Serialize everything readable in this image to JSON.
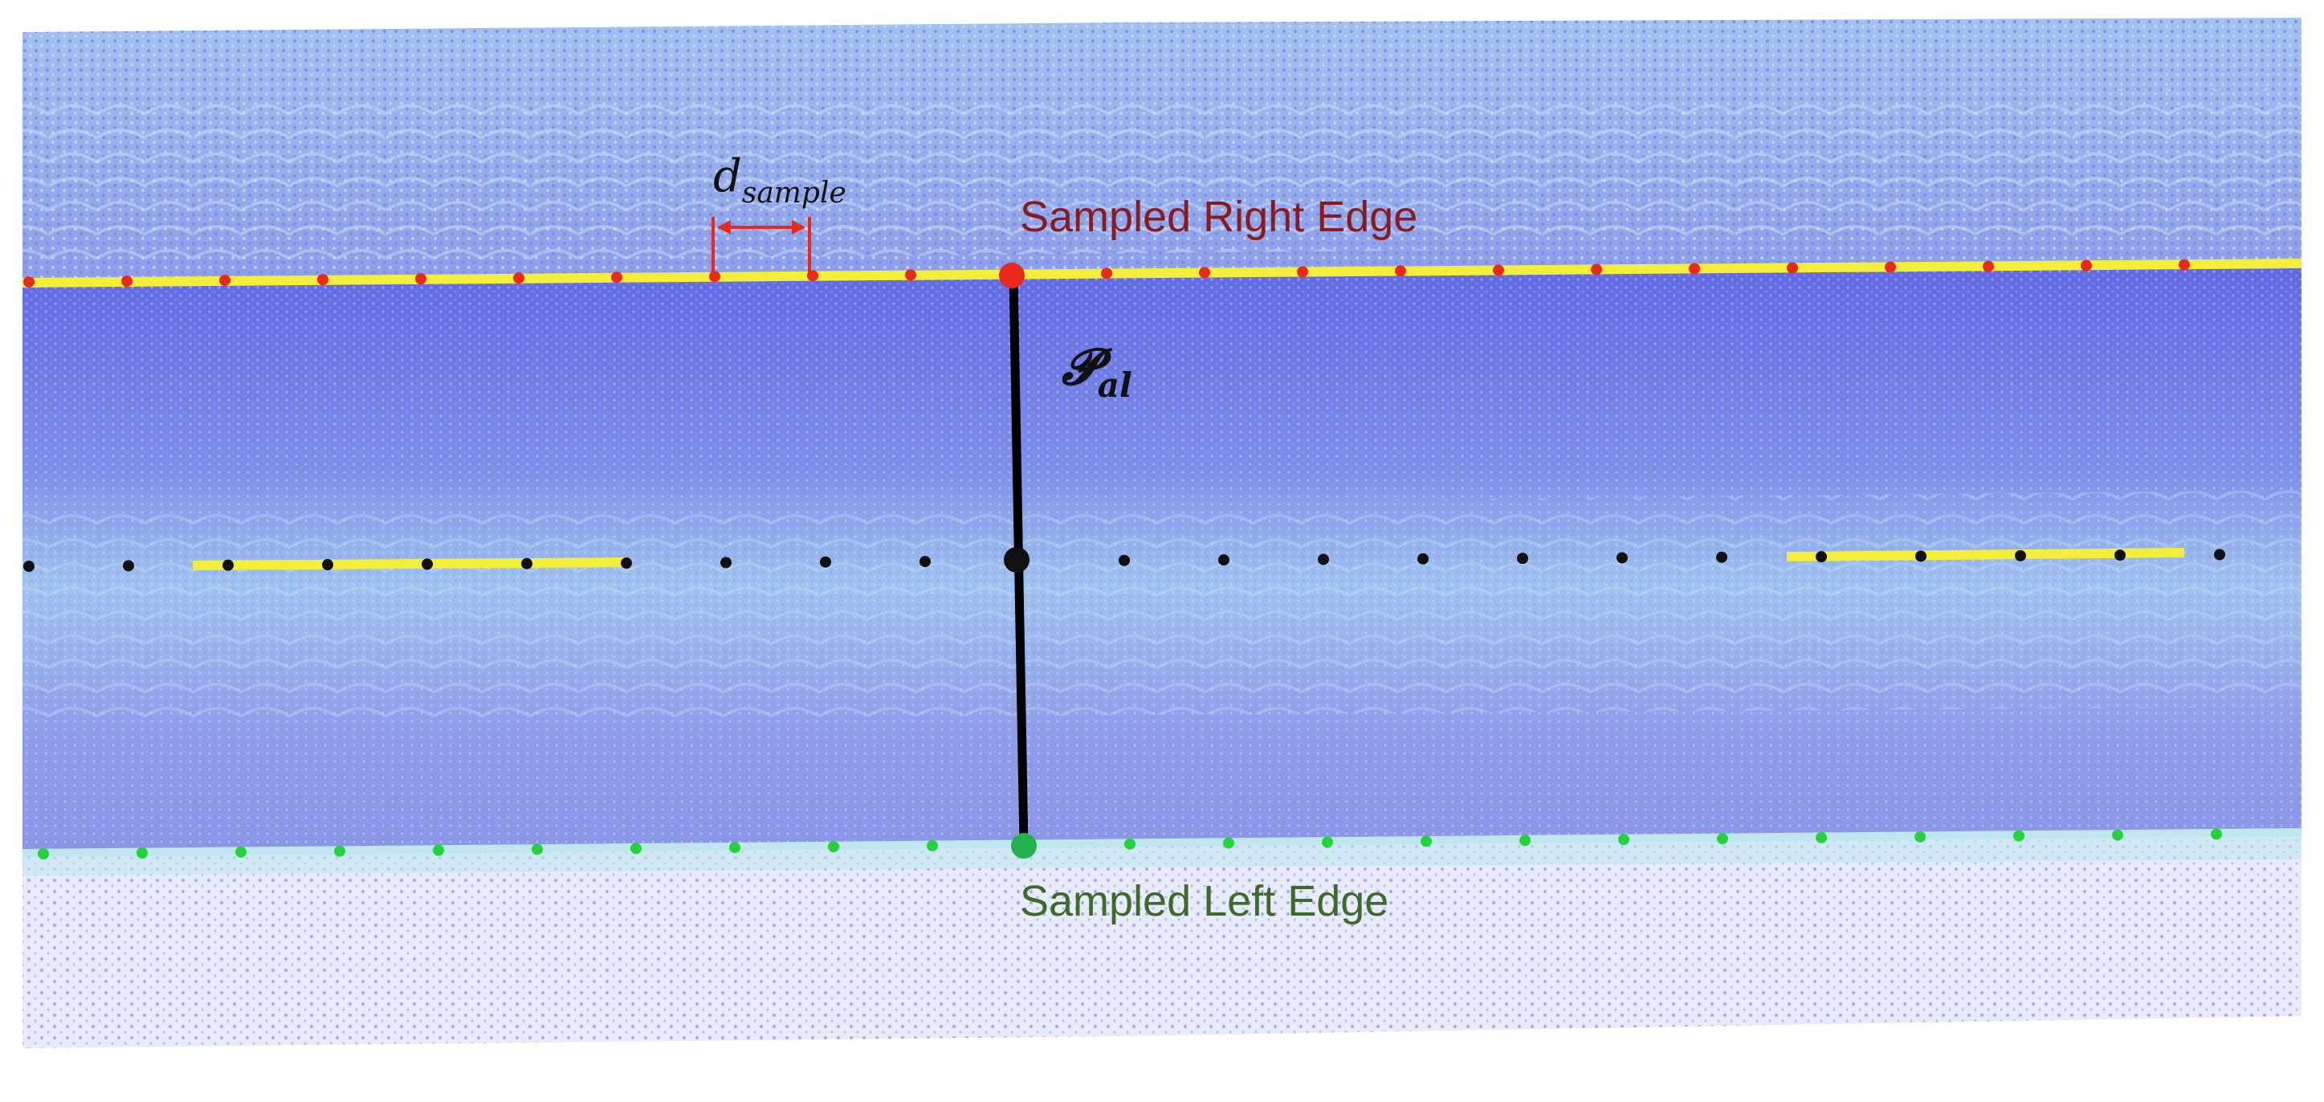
{
  "labels": {
    "right_edge": "Sampled Right Edge",
    "left_edge": "Sampled Left Edge",
    "sample_spacing": {
      "base": "d",
      "subscript": "sample"
    },
    "alignment_point": {
      "base": "𝓟",
      "subscript": "al"
    }
  },
  "colors": {
    "right_edge_label": "#8b1a1a",
    "left_edge_label": "#3e6b2a",
    "right_edge_points": "#e8291c",
    "left_edge_points": "#22d43a",
    "center_points": "#111111",
    "lane_marking": "#f3ee3a",
    "road_surface": "#6f79e8",
    "road_surface_light": "#a9c9ee",
    "cloud_dots": "#8a94e8",
    "dimension_arrow": "#e8291c",
    "connector_line": "#000000"
  },
  "icons": {
    "right_point": "red-dot-icon",
    "left_point": "green-dot-icon",
    "center_point": "black-dot-icon"
  }
}
